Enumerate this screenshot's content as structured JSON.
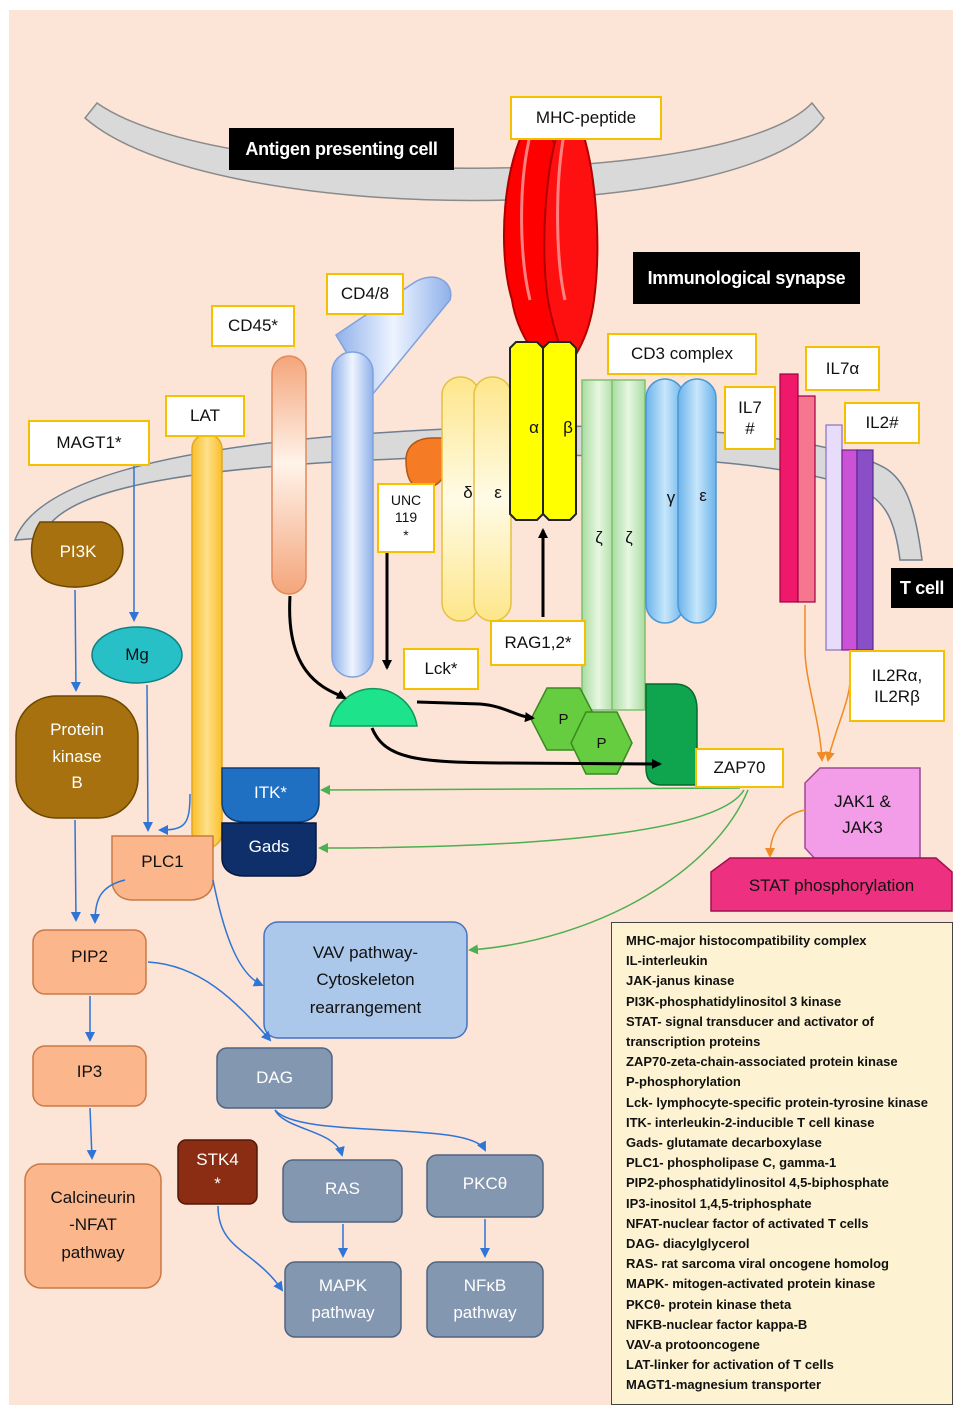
{
  "labels": {
    "apc": "Antigen presenting cell",
    "synapse": "Immunological synapse",
    "tcell": "T cell",
    "mhc_peptide": "MHC-peptide",
    "cd48": "CD4/8",
    "cd45": "CD45*",
    "cd3": "CD3 complex",
    "lat": "LAT",
    "magt1": "MAGT1*",
    "unc119": "UNC\n119\n*",
    "lck": "Lck*",
    "rag": "RAG1,2*",
    "zap70": "ZAP70",
    "il7a": "IL7α",
    "il7": "IL7\n#",
    "il2": "IL2#",
    "il2r": "IL2Rα,\nIL2Rβ"
  },
  "greek": {
    "delta": "δ",
    "eps1": "ε",
    "alpha": "α",
    "beta": "β",
    "zeta1": "ζ",
    "zeta2": "ζ",
    "gamma": "γ",
    "eps2": "ε"
  },
  "nodes": {
    "pi3k": "PI3K",
    "mg": "Mg",
    "pkb": "Protein\nkinase\nB",
    "plc1": "PLC1",
    "itk": "ITK*",
    "gads": "Gads",
    "p1": "P",
    "p2": "P",
    "jak": "JAK1 &\nJAK3",
    "stat": "STAT phosphorylation",
    "vav": "VAV pathway-\nCytoskeleton\nrearrangement",
    "pip2": "PIP2",
    "ip3": "IP3",
    "calcineurin": "Calcineurin\n-NFAT\npathway",
    "dag": "DAG",
    "stk4": "STK4\n*",
    "ras": "RAS",
    "pkc": "PKCθ",
    "mapk": "MAPK\npathway",
    "nfkb": "NFκB\npathway"
  },
  "colors": {
    "background": "#fce4d6",
    "membrane": "#d9d9d9",
    "label_border": "#f5c000",
    "mhc_red": "#ff0000",
    "tcr_yellow": "#ffff00",
    "zap_green": "#00b050",
    "pathway_blue": "#8497b0",
    "arrow_green": "#4caf50",
    "arrow_orange": "#f4a460",
    "arrow_blue": "#2e75d6"
  },
  "legend": [
    "MHC-major histocompatibility complex",
    "IL-interleukin",
    "JAK-janus kinase",
    "PI3K-phosphatidylinositol 3 kinase",
    "STAT-  signal transducer and activator of",
    "transcription proteins",
    "ZAP70-zeta-chain-associated protein kinase",
    "P-phosphorylation",
    "Lck- lymphocyte-specific protein-tyrosine kinase",
    "ITK- interleukin-2-inducible T cell kinase",
    "Gads- glutamate decarboxylase",
    "PLC1- phospholipase C, gamma-1",
    "PIP2-phosphatidylinositol 4,5-biphosphate",
    "IP3-inositol 1,4,5-triphosphate",
    "NFAT-nuclear factor of activated T cells",
    "DAG- diacylglycerol",
    "RAS- rat sarcoma viral oncogene homolog",
    "MAPK- mitogen-activated protein kinase",
    "PKCθ- protein kinase theta",
    "NFKB-nuclear factor kappa-B",
    "VAV-a protooncogene",
    "LAT-linker for activation of T cells",
    "MAGT1-magnesium transporter"
  ]
}
